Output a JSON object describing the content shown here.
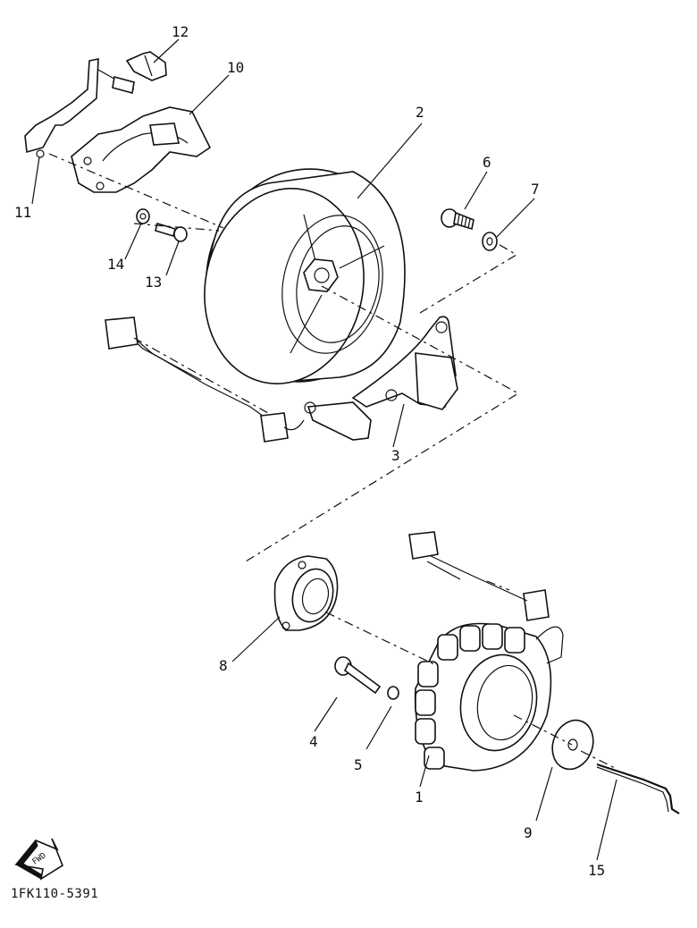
{
  "diagram": {
    "callouts": [
      {
        "id": "1",
        "label": "1"
      },
      {
        "id": "2",
        "label": "2"
      },
      {
        "id": "3",
        "label": "3"
      },
      {
        "id": "4",
        "label": "4"
      },
      {
        "id": "5",
        "label": "5"
      },
      {
        "id": "6",
        "label": "6"
      },
      {
        "id": "7",
        "label": "7"
      },
      {
        "id": "8",
        "label": "8"
      },
      {
        "id": "9",
        "label": "9"
      },
      {
        "id": "10",
        "label": "10"
      },
      {
        "id": "11",
        "label": "11"
      },
      {
        "id": "12",
        "label": "12"
      },
      {
        "id": "13",
        "label": "13"
      },
      {
        "id": "14",
        "label": "14"
      },
      {
        "id": "15",
        "label": "15"
      }
    ],
    "fwd_label": "FWD",
    "doc_code": "1FK110-5391"
  }
}
